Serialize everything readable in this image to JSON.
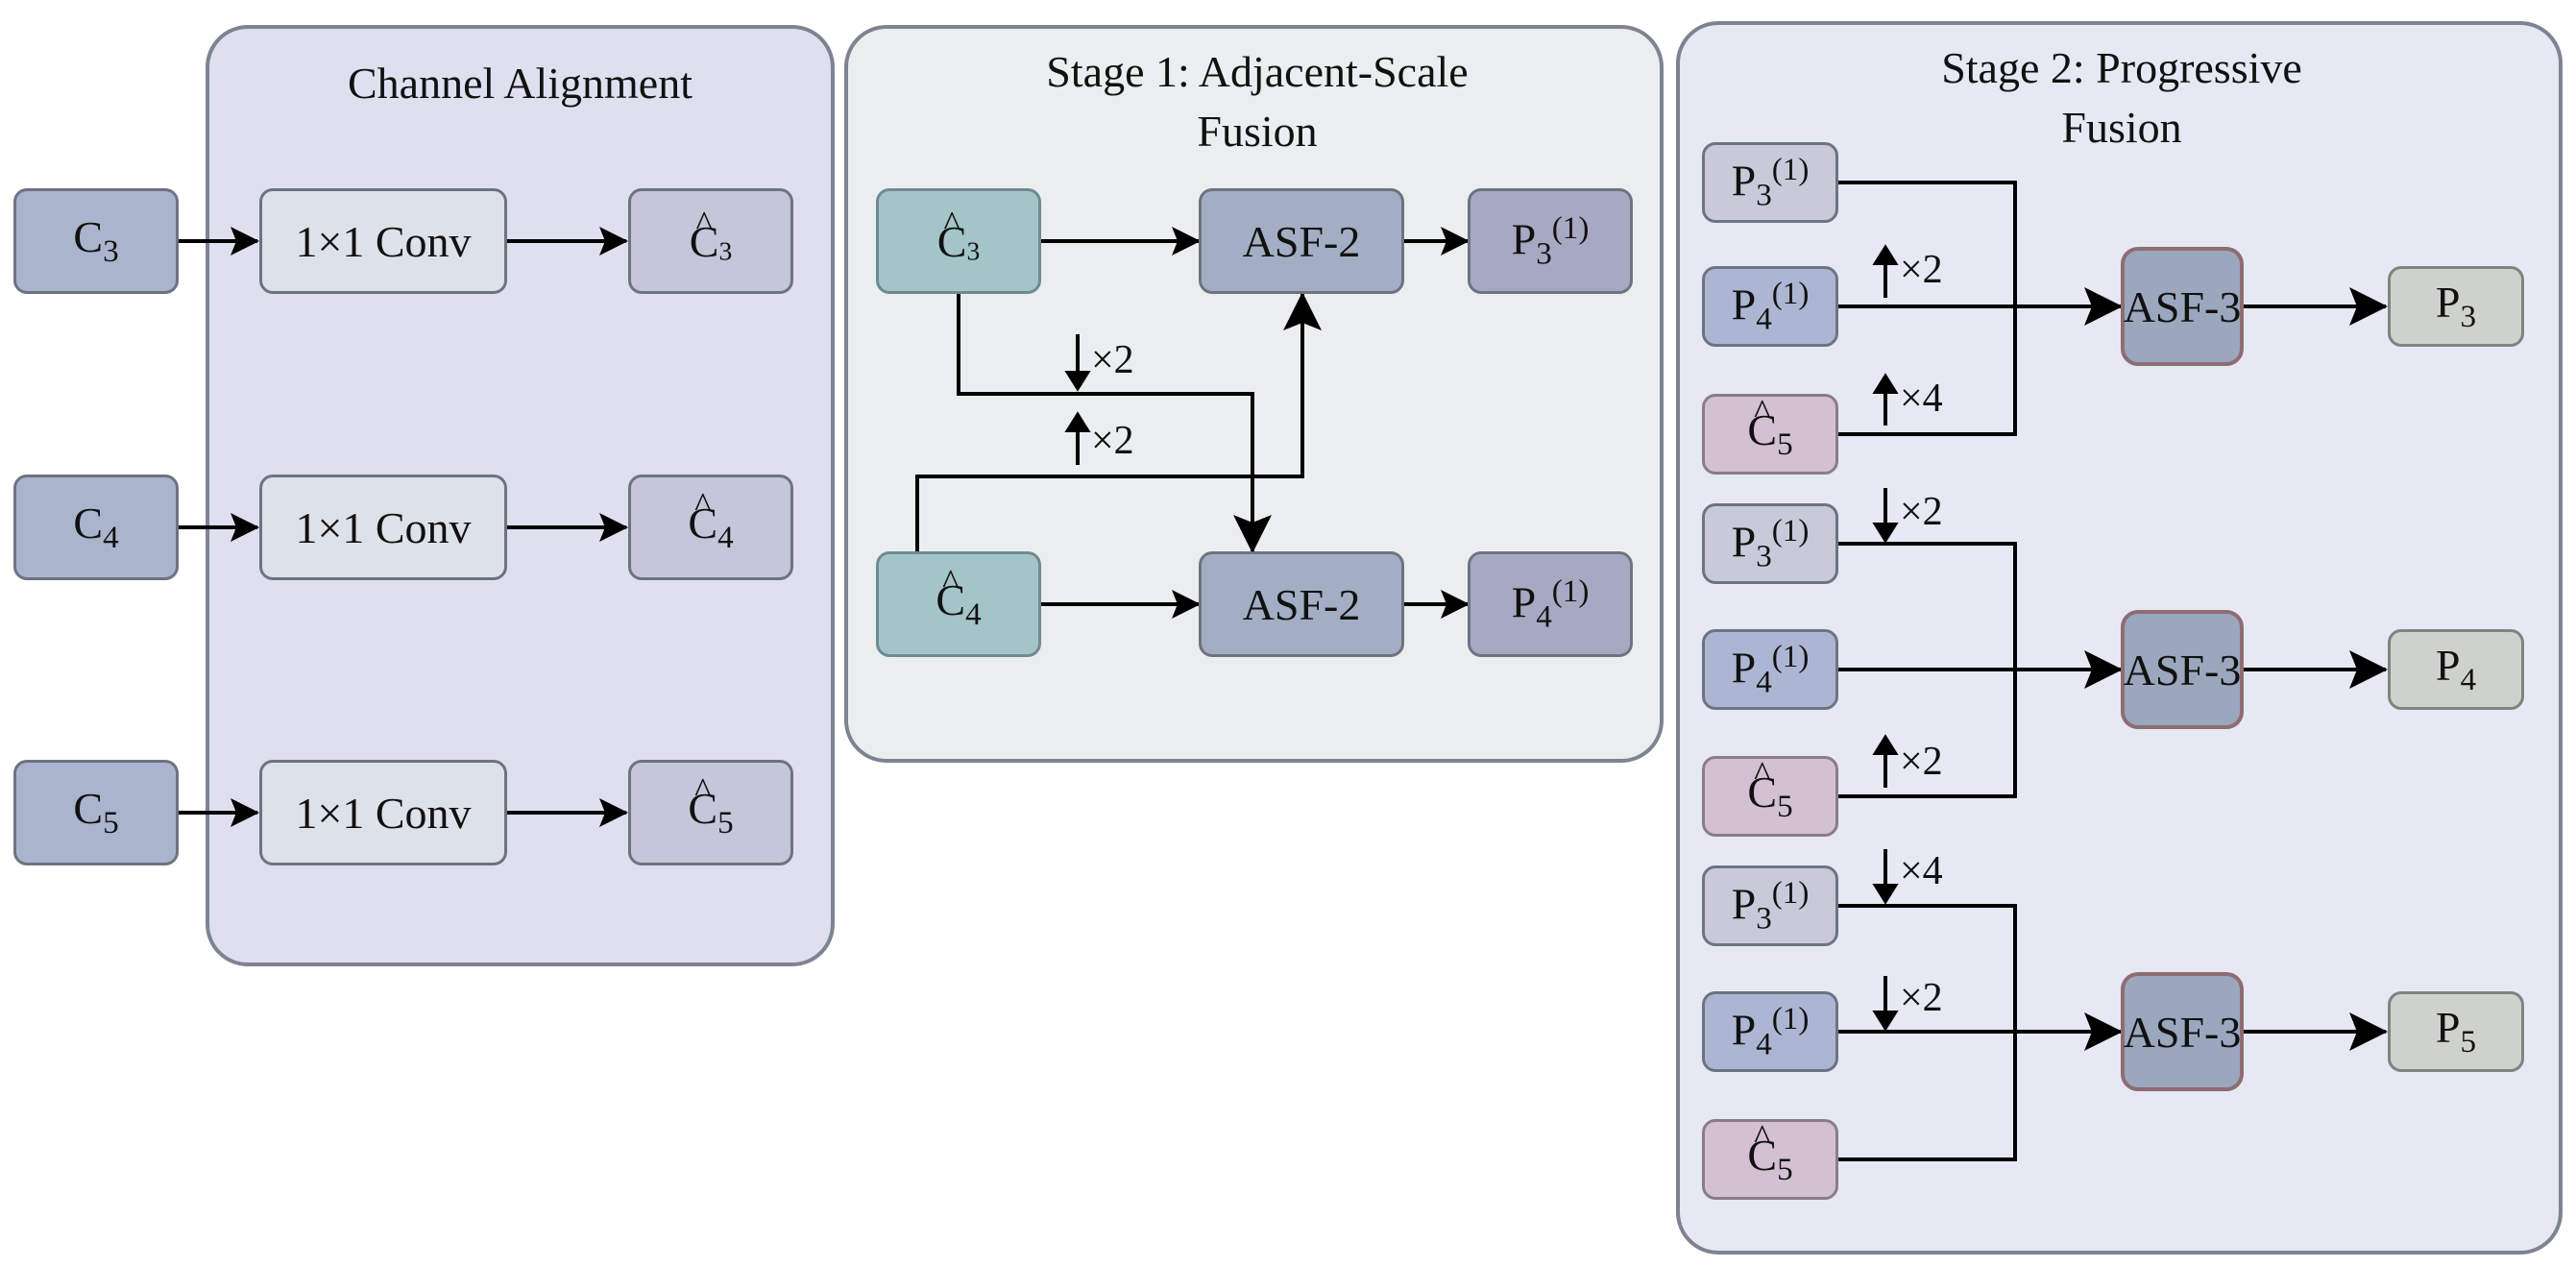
{
  "panels": {
    "channel_alignment": "Channel Alignment",
    "stage1": "Stage 1: Adjacent-Scale Fusion",
    "stage2": "Stage 2: Progressive Fusion"
  },
  "symbols": {
    "C": "C",
    "P": "P",
    "three": "3",
    "four": "4",
    "five": "5",
    "sup1": "(1)"
  },
  "labels": {
    "conv": "1×1 Conv",
    "asf2": "ASF-2",
    "asf3": "ASF-3"
  },
  "scales": {
    "x2": "×2",
    "x4": "×4"
  },
  "colors": {
    "panel1_bg": "#dfe0ef",
    "panel2_bg": "#ebeeef",
    "panel3_bg": "#e6e8f4",
    "input_node": "#aab4cd",
    "asf_node": "#a3aec4",
    "teal_node": "#a4c5c8",
    "output_node": "#cfd1cd"
  }
}
